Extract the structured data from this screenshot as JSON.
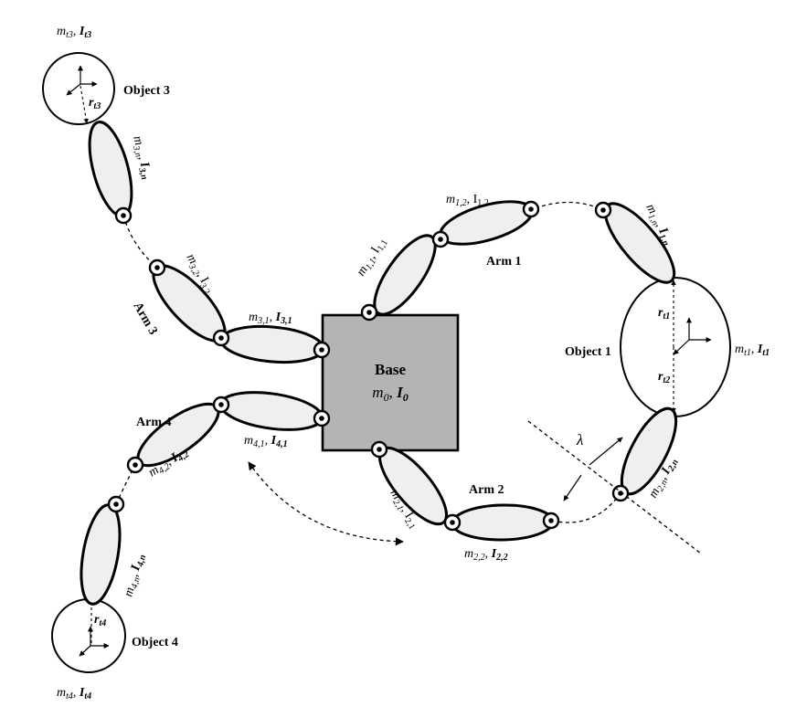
{
  "base": {
    "title": "Base",
    "mass": "m",
    "mass_sub": "0",
    "inertia": "I",
    "inertia_sub": "0"
  },
  "arms": {
    "arm1": "Arm 1",
    "arm2": "Arm 2",
    "arm3": "Arm 3",
    "arm4": "Arm 4"
  },
  "objects": {
    "object1": "Object 1",
    "object3": "Object 3",
    "object4": "Object 4"
  },
  "links": {
    "m11": {
      "m": "m",
      "ms": "1,1",
      "i": "I",
      "is": "1,1"
    },
    "m12": {
      "m": "m",
      "ms": "1,2",
      "i": "I",
      "is": "1,2"
    },
    "m1n": {
      "m": "m",
      "ms": "1,n",
      "i": "I",
      "is": "1,n"
    },
    "m21": {
      "m": "m",
      "ms": "2,1",
      "i": "I",
      "is": "2,1"
    },
    "m22": {
      "m": "m",
      "ms": "2,2",
      "i": "I",
      "is": "2,2"
    },
    "m2n": {
      "m": "m",
      "ms": "2,n",
      "i": "I",
      "is": "2,n"
    },
    "m31": {
      "m": "m",
      "ms": "3,1",
      "i": "I",
      "is": "3,1"
    },
    "m32": {
      "m": "m",
      "ms": "3,2",
      "i": "I",
      "is": "3,2"
    },
    "m3n": {
      "m": "m",
      "ms": "3,n",
      "i": "I",
      "is": "3,n"
    },
    "m41": {
      "m": "m",
      "ms": "4,1",
      "i": "I",
      "is": "4,1"
    },
    "m42": {
      "m": "m",
      "ms": "4,2",
      "i": "I",
      "is": "4,2"
    },
    "m4n": {
      "m": "m",
      "ms": "4,n",
      "i": "I",
      "is": "4,n"
    }
  },
  "targets": {
    "t1": {
      "m": "m",
      "ms": "t1",
      "i": "I",
      "is": "t1"
    },
    "t3": {
      "m": "m",
      "ms": "t3",
      "i": "I",
      "is": "t3"
    },
    "t4": {
      "m": "m",
      "ms": "t4",
      "i": "I",
      "is": "t4"
    }
  },
  "radii": {
    "rt1": {
      "r": "r",
      "s": "t1"
    },
    "rt2": {
      "r": "r",
      "s": "t2"
    },
    "rt3": {
      "r": "r",
      "s": "t3"
    },
    "rt4": {
      "r": "r",
      "s": "t4"
    }
  },
  "lambda": "λ",
  "separator": ", "
}
